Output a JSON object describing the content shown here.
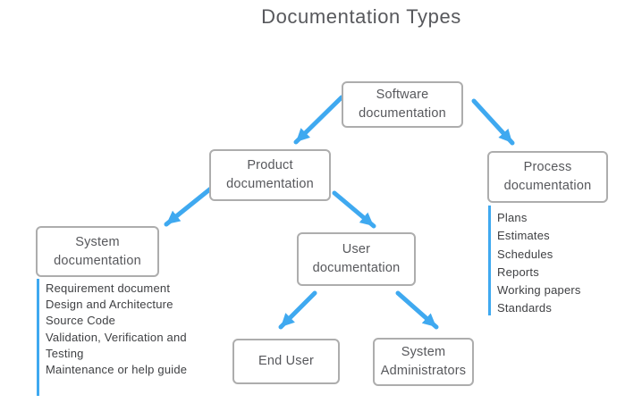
{
  "title": "Documentation Types",
  "colors": {
    "accent_blue": "#3fa9f0",
    "box_border": "#adadad",
    "box_text": "#57585c",
    "list_text": "#3f4043"
  },
  "nodes": {
    "software": {
      "label": "Software documentation"
    },
    "product": {
      "label": "Product documentation"
    },
    "process": {
      "label": "Process documentation"
    },
    "system": {
      "label": "System documentation"
    },
    "user": {
      "label": "User documentation"
    },
    "end_user": {
      "label": "End User"
    },
    "sysadmin": {
      "label": "System Administrators"
    }
  },
  "edges": [
    {
      "from": "software",
      "to": "product"
    },
    {
      "from": "software",
      "to": "process"
    },
    {
      "from": "product",
      "to": "system"
    },
    {
      "from": "product",
      "to": "user"
    },
    {
      "from": "user",
      "to": "end_user"
    },
    {
      "from": "user",
      "to": "sysadmin"
    }
  ],
  "system_list": {
    "items": [
      "Requirement document",
      "Design and Architecture",
      "Source Code",
      "Validation, Verification and Testing",
      "Maintenance or help guide"
    ]
  },
  "process_list": {
    "items": [
      "Plans",
      "Estimates",
      "Schedules",
      "Reports",
      "Working papers",
      "Standards"
    ]
  }
}
